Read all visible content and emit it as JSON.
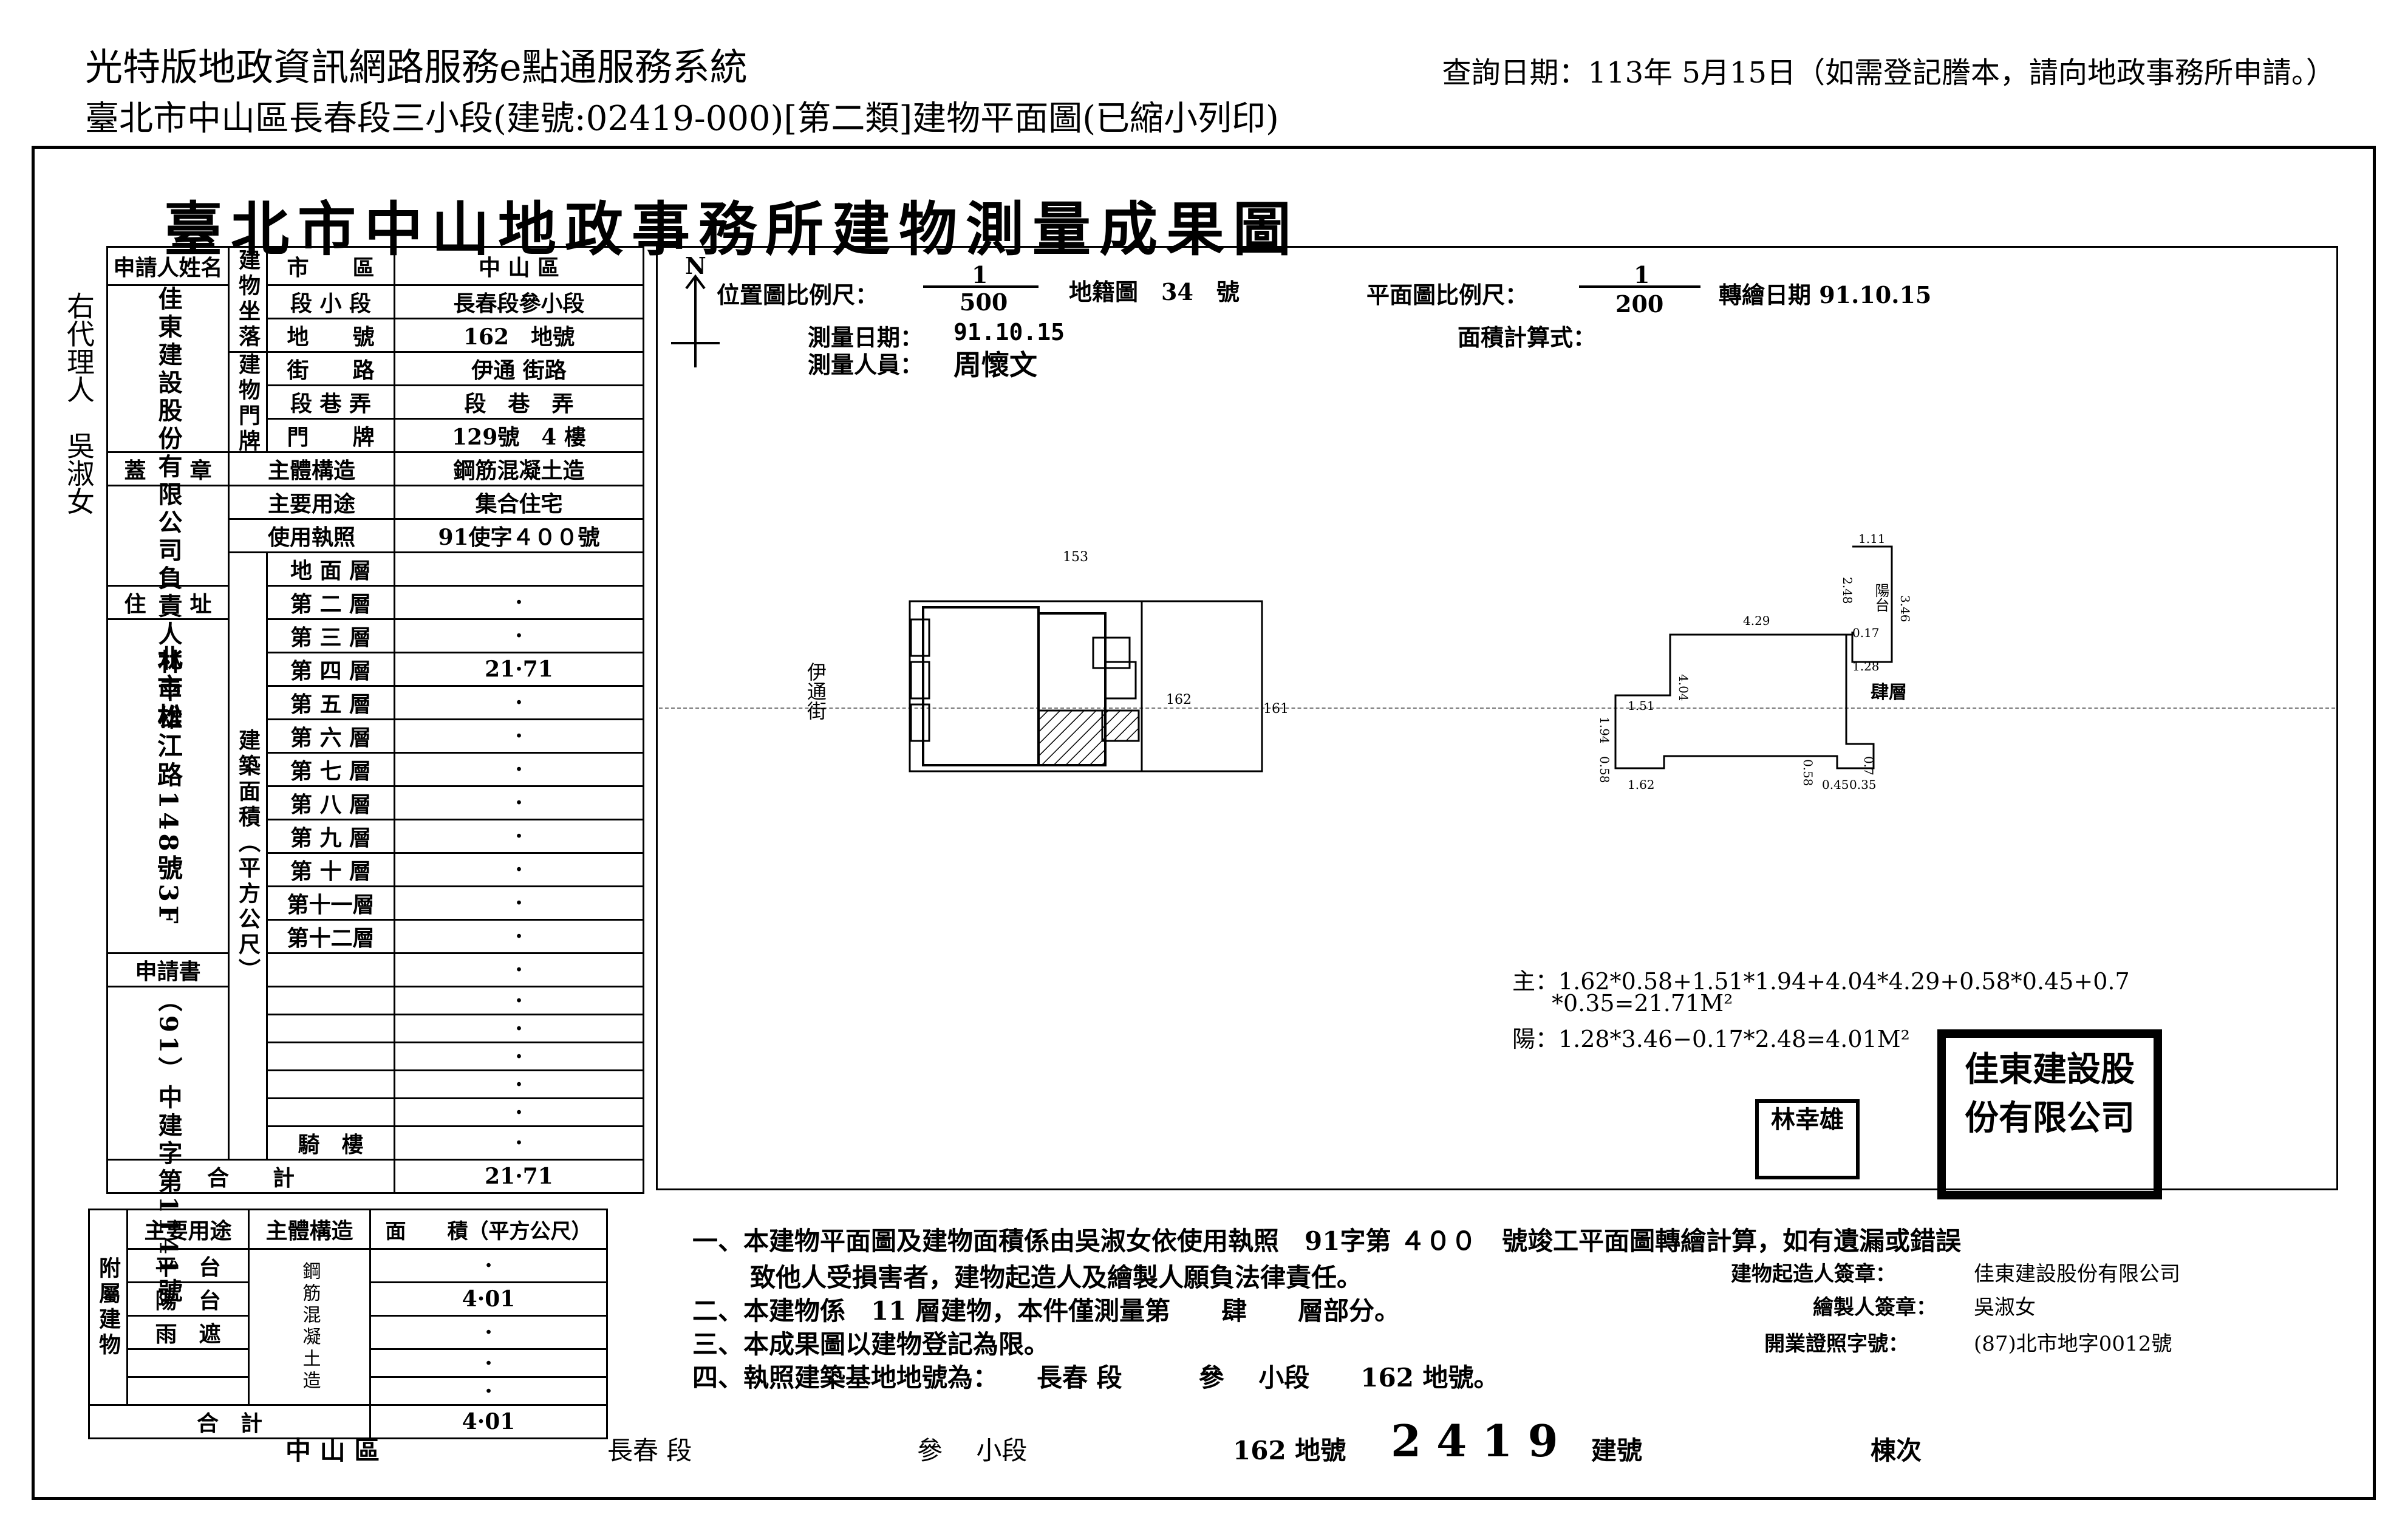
{
  "header": {
    "system_title": "光特版地政資訊網路服務e點通服務系統",
    "subtitle": "臺北市中山區長春段三小段(建號:02419-000)[第二類]建物平面圖(已縮小列印)",
    "query_date": "查詢日期：113年 5月15日（如需登記謄本，請向地政事務所申請。）"
  },
  "document": {
    "title": "臺北市中山地政事務所建物測量成果圖",
    "agent_label": "右代理人",
    "agent_name": "吳淑女"
  },
  "form": {
    "applicant_label": "申請人姓名",
    "applicant_value": "佳東建設股份有限公司負責人林幸雄",
    "location_label": "建物坐落",
    "door_label": "建物門牌",
    "rows": {
      "district_label": "市　　區",
      "district_value": "中 山 區",
      "section_label": "段 小 段",
      "section_value": "長春段參小段",
      "lot_label": "地　　號",
      "lot_value": "162　地號",
      "road_label": "街　　路",
      "road_value": "伊通 街路",
      "lane_label": "段 巷 弄",
      "lane_value": "段　巷　弄",
      "number_label": "門　　牌",
      "number_value": "129號　4 樓"
    },
    "seal_label": "蓋　　章",
    "structure_label": "主體構造",
    "structure_value": "鋼筋混凝土造",
    "use_label": "主要用途",
    "use_value": "集合住宅",
    "permit_label": "使用執照",
    "permit_value": "91使字４００號",
    "address_label": "住　　址",
    "address_value": "北市松江路148號3F",
    "area_group_label": "建築面積（平方公尺）",
    "floors": [
      {
        "name": "地 面 層",
        "value": ""
      },
      {
        "name": "第 二 層",
        "value": "·"
      },
      {
        "name": "第 三 層",
        "value": "·"
      },
      {
        "name": "第 四 層",
        "value": "21·71"
      },
      {
        "name": "第 五 層",
        "value": "·"
      },
      {
        "name": "第 六 層",
        "value": "·"
      },
      {
        "name": "第 七 層",
        "value": "·"
      },
      {
        "name": "第 八 層",
        "value": "·"
      },
      {
        "name": "第 九 層",
        "value": "·"
      },
      {
        "name": "第 十 層",
        "value": "·"
      },
      {
        "name": "第十一層",
        "value": "·"
      },
      {
        "name": "第十二層",
        "value": "·"
      },
      {
        "name": "",
        "value": "·"
      },
      {
        "name": "",
        "value": "·"
      },
      {
        "name": "",
        "value": "·"
      },
      {
        "name": "",
        "value": "·"
      },
      {
        "name": "",
        "value": "·"
      },
      {
        "name": "",
        "value": "·"
      },
      {
        "name": "騎　樓",
        "value": "·"
      }
    ],
    "application_label": "申請書",
    "application_value": "（91）中建字第1141號",
    "total_label": "合　　計",
    "total_value": "21·71",
    "annex_label": "附屬建物",
    "annex_headers": [
      "主要用途",
      "主體構造",
      "面　　積（平方公尺）"
    ],
    "annex_rows": [
      {
        "use": "平　台",
        "value": "·"
      },
      {
        "use": "陽　台",
        "value": "4·01"
      },
      {
        "use": "雨　遮",
        "value": "·"
      },
      {
        "use": "",
        "value": "·"
      },
      {
        "use": "",
        "value": "·"
      }
    ],
    "annex_structure": "鋼筋混凝土造",
    "annex_total_label": "合　計",
    "annex_total_value": "4·01"
  },
  "plan": {
    "north": "N",
    "loc_scale_label": "位置圖比例尺：",
    "loc_scale_num": "1",
    "loc_scale_den": "500",
    "map_sheet": "地籍圖　34　號",
    "survey_date_label": "測量日期：",
    "survey_date": "91.10.15",
    "surveyor_label": "測量人員：",
    "surveyor": "周懷文",
    "plan_scale_label": "平面圖比例尺：",
    "plan_scale_num": "1",
    "plan_scale_den": "200",
    "transfer_date": "轉繪日期 91.10.15",
    "area_formula_label": "面積計算式：",
    "site": {
      "lot_top": "153",
      "lot_right": "161",
      "lot_self": "162",
      "street": "伊通街"
    },
    "floor_plan": {
      "room_label": "肆層",
      "balcony_label": "陽台",
      "dims": [
        "1.11",
        "2.48",
        "3.46",
        "4.29",
        "0.17",
        "1.28",
        "4.04",
        "1.51",
        "1.94",
        "0.58",
        "1.62",
        "0.58",
        "0.45",
        "0.35",
        "0.7"
      ]
    },
    "formula_main_1": "主：1.62*0.58+1.51*1.94+4.04*4.29+0.58*0.45+0.7",
    "formula_main_2": "*0.35=21.71M²",
    "formula_balcony": "陽：1.28*3.46−0.17*2.48=4.01M²",
    "seal_person": "林幸雄",
    "seal_company": "佳東建設股份有限公司"
  },
  "notes": {
    "n1a": "一、本建物平面圖及建物面積係由吳淑女依使用執照　91字第 ４００　號竣工平面圖轉繪計算，如有遺漏或錯誤",
    "n1b": "致他人受損害者，建物起造人及繪製人願負法律責任。",
    "n2": "二、本建物係　11 層建物，本件僅測量第　　肆　　層部分。",
    "n3": "三、本成果圖以建物登記為限。",
    "n4": "四、執照建築基地地號為：　　長春 段　　　參　 小段　　162 地號。",
    "builder_sign_label": "建物起造人簽章：",
    "builder_sign_value": "佳東建設股份有限公司",
    "drafter_sign_label": "繪製人簽章：",
    "drafter_sign_value": "吳淑女",
    "license_label": "開業證照字號：",
    "license_value": "(87)北市地字0012號"
  },
  "footer": {
    "district": "中 山 區",
    "section": "長春 段",
    "subsection": "參　 小段",
    "lot": "162 地號",
    "building_no": "2 4 1 9",
    "building_no_label": "建號",
    "building_label": "棟次"
  }
}
